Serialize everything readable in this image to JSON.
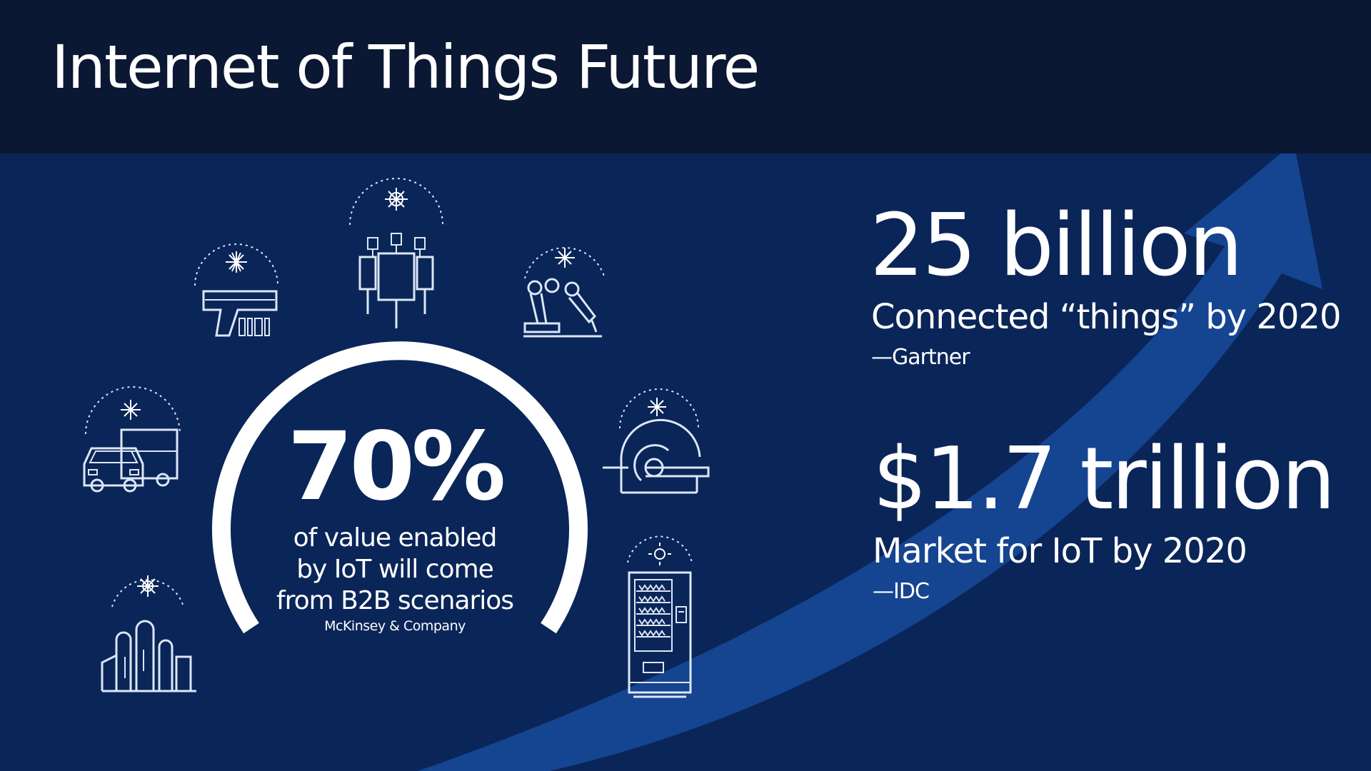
{
  "slide": {
    "title": "Internet of Things Future",
    "colors": {
      "header_bg": "#0b1834",
      "body_bg": "#0a2558",
      "arrow": "#174a9a",
      "text": "#ffffff"
    }
  },
  "center_stat": {
    "value": "70%",
    "lines": [
      "of value enabled",
      "by IoT will come",
      "from B2B scenarios"
    ],
    "source": "McKinsey & Company"
  },
  "stats": [
    {
      "value": "25 billion",
      "label": "Connected “things” by 2020",
      "source": "—Gartner"
    },
    {
      "value": "$1.7 trillion",
      "label": "Market for IoT by 2020",
      "source": "—IDC"
    }
  ],
  "icons": [
    "barcode-scanner-icon",
    "circuit-board-icon",
    "robotic-arm-icon",
    "vehicles-icon",
    "mri-scanner-icon",
    "factory-icon",
    "vending-machine-icon"
  ]
}
